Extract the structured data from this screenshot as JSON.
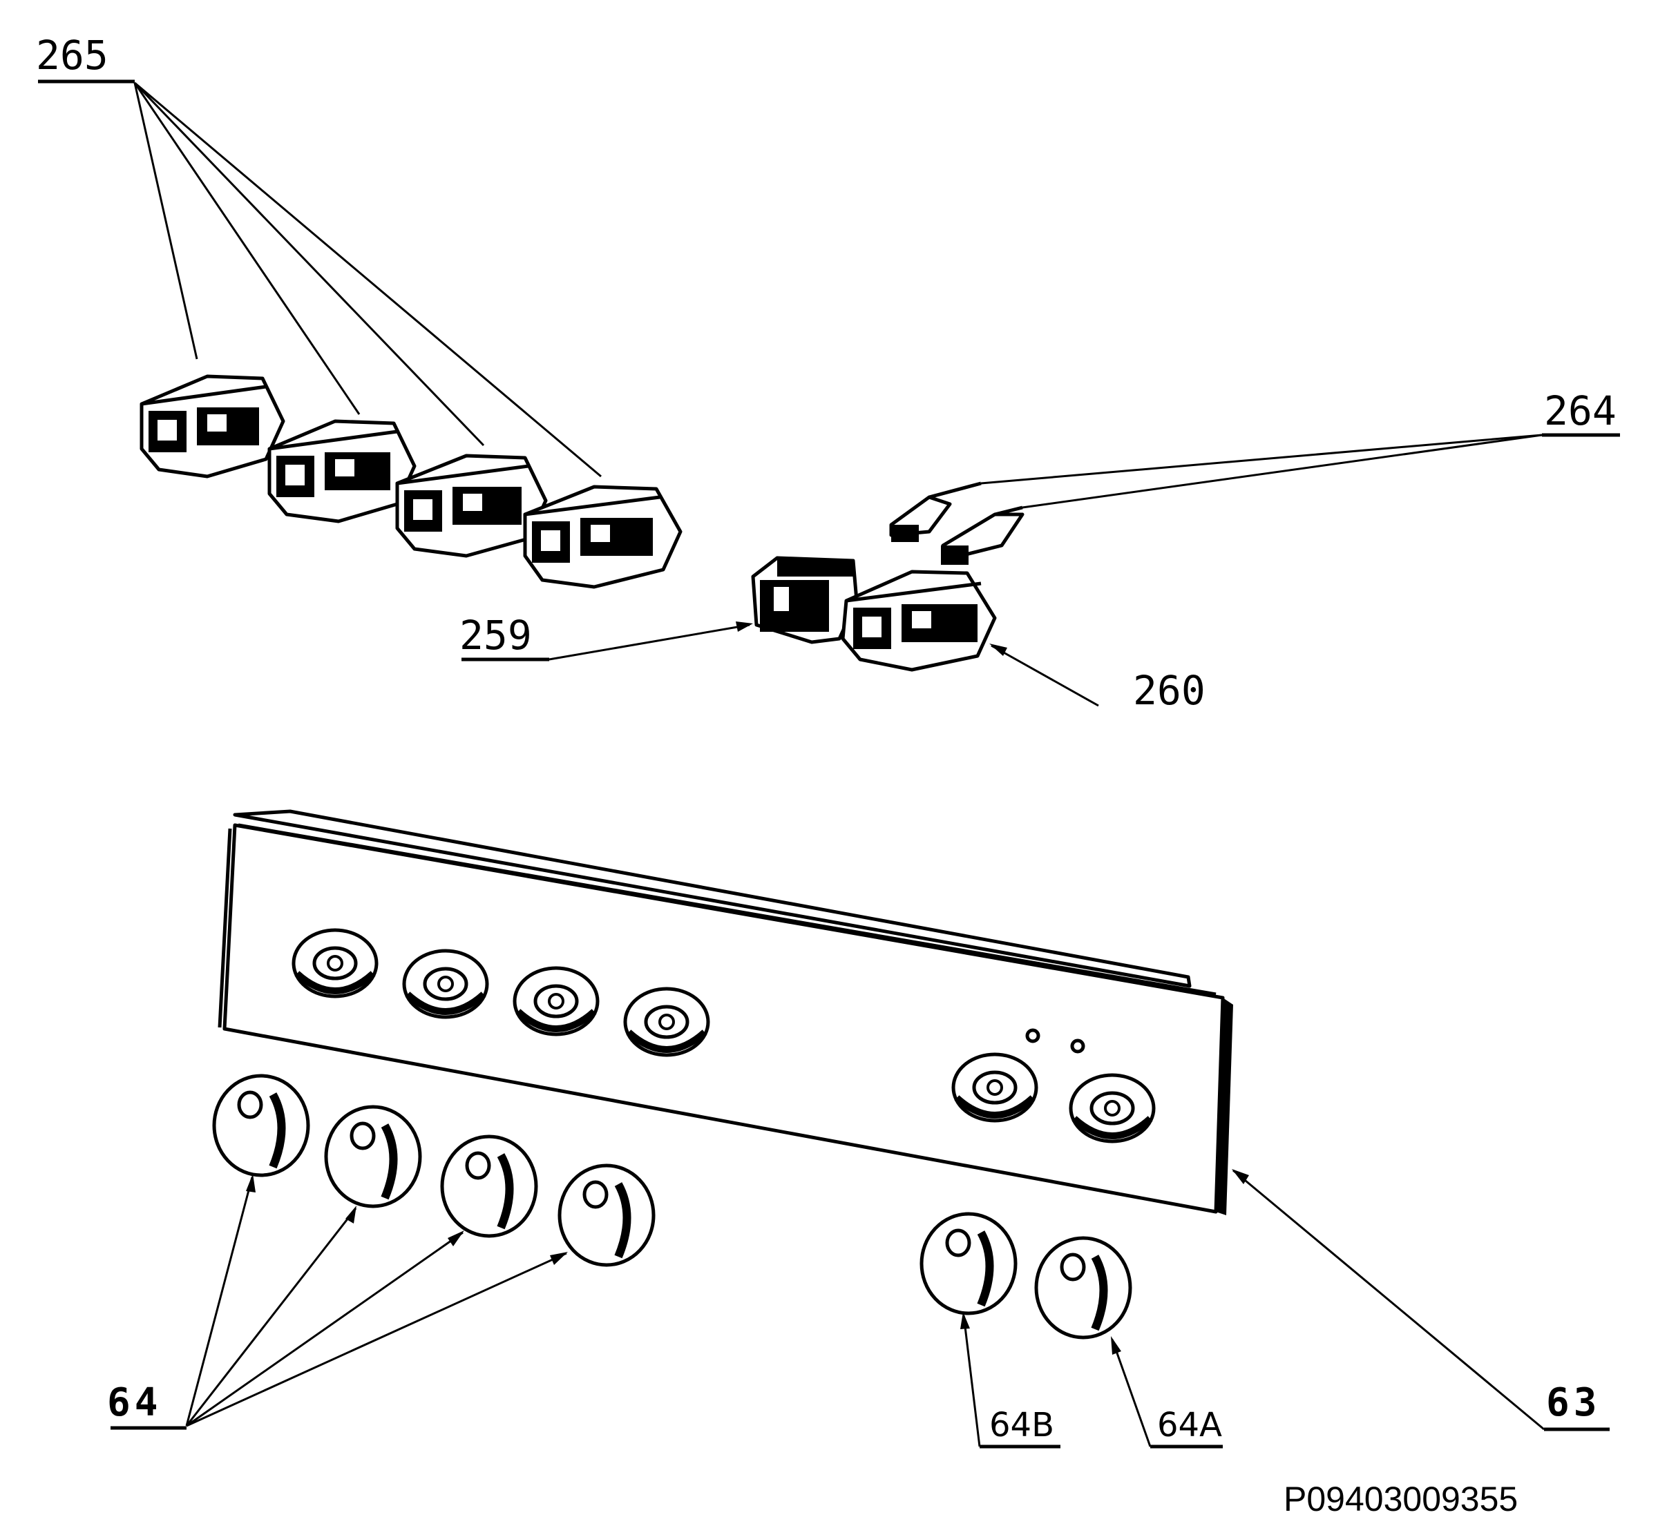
{
  "labels": {
    "l265": "265",
    "l264": "264",
    "l259": "259",
    "l260": "260",
    "l64": "64",
    "l64B": "64B",
    "l64A": "64A",
    "l63": "63"
  },
  "drawing_code": "P09403009355",
  "icons": {
    "switches_265": "rotary-switch-icon",
    "connector_259": "connector-block-icon",
    "switch_260": "rotary-switch-icon",
    "leads_264": "wire-lead-icon",
    "panel_63": "control-panel-icon",
    "knobs_64": "control-knob-icon"
  }
}
